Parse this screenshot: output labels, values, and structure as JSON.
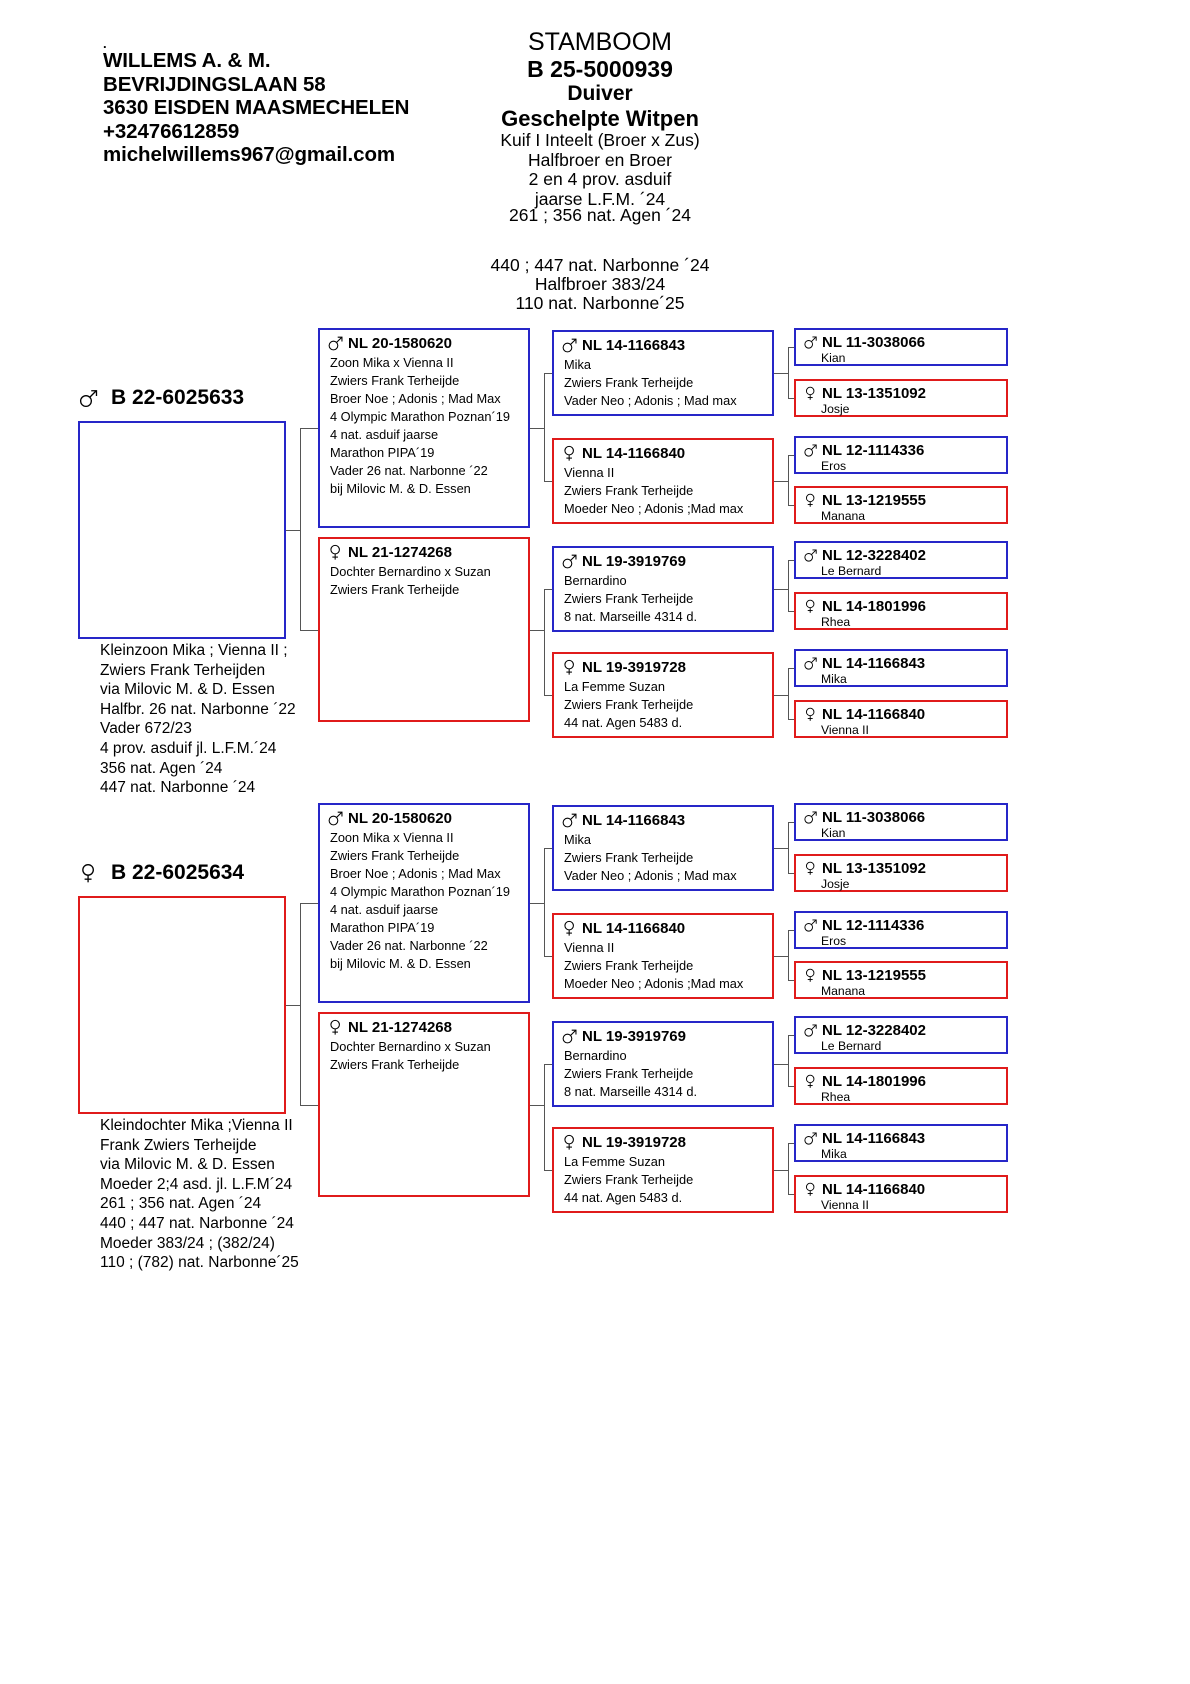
{
  "header": {
    "breeder": {
      "dot": ".",
      "lines": [
        "WILLEMS A. & M.",
        "BEVRIJDINGSLAAN 58",
        "3630 EISDEN MAASMECHELEN",
        "+32476612859",
        "michelwillems967@gmail.com"
      ]
    },
    "title": {
      "stamboom": "STAMBOOM",
      "ring": "B 25-5000939",
      "sex": "Duiver",
      "color": "Geschelpte Witpen",
      "sub": [
        "Kuif I Inteelt (Broer x Zus)",
        "Halfbroer en Broer",
        "2 en 4 prov. asduif",
        "jaarse L.F.M. ´24",
        "261 ; 356 nat. Agen ´24"
      ]
    },
    "notes": [
      "440 ; 447 nat. Narbonne ´24",
      "Halfbroer 383/24",
      "110 nat. Narbonne´25"
    ]
  },
  "colors": {
    "cock": "#2626c8",
    "hen": "#e01b1b",
    "line": "#555555"
  },
  "pedigrees": [
    {
      "subject": {
        "sex": "cock",
        "ring": "B 22-6025633",
        "caption": [
          "Kleinzoon Mika ; Vienna II ;",
          "Zwiers Frank Terheijden",
          "via Milovic M. & D. Essen",
          "Halfbr. 26 nat. Narbonne ´22",
          "Vader 672/23",
          "4 prov. asduif jl. L.F.M.´24",
          "356 nat. Agen ´24",
          "447 nat. Narbonne ´24"
        ]
      },
      "gen2": [
        {
          "sex": "cock",
          "ring": "NL 20-1580620",
          "lines": [
            "Zoon Mika x Vienna II",
            "Zwiers Frank Terheijde",
            "Broer Noe ; Adonis ; Mad Max",
            "4 Olympic Marathon Poznan´19",
            "4 nat. asduif jaarse",
            "Marathon PIPA´19",
            "Vader 26 nat. Narbonne ´22",
            "bij Milovic M. & D. Essen"
          ]
        },
        {
          "sex": "hen",
          "ring": "NL 21-1274268",
          "lines": [
            "Dochter Bernardino x Suzan",
            "Zwiers Frank Terheijde"
          ]
        }
      ],
      "gen3": [
        {
          "sex": "cock",
          "ring": "NL 14-1166843",
          "lines": [
            "Mika",
            "Zwiers Frank Terheijde",
            "Vader Neo ; Adonis ; Mad max"
          ]
        },
        {
          "sex": "hen",
          "ring": "NL 14-1166840",
          "lines": [
            "Vienna II",
            "Zwiers Frank Terheijde",
            "Moeder Neo ; Adonis ;Mad max"
          ]
        },
        {
          "sex": "cock",
          "ring": "NL 19-3919769",
          "lines": [
            "Bernardino",
            "Zwiers Frank Terheijde",
            "8 nat. Marseille 4314 d."
          ]
        },
        {
          "sex": "hen",
          "ring": "NL 19-3919728",
          "lines": [
            "La Femme Suzan",
            "Zwiers Frank Terheijde",
            "44 nat. Agen 5483 d."
          ]
        }
      ],
      "gen4": [
        {
          "sex": "cock",
          "ring": "NL 11-3038066",
          "name": "Kian"
        },
        {
          "sex": "hen",
          "ring": "NL 13-1351092",
          "name": "Josje"
        },
        {
          "sex": "cock",
          "ring": "NL 12-1114336",
          "name": "Eros"
        },
        {
          "sex": "hen",
          "ring": "NL 13-1219555",
          "name": "Manana"
        },
        {
          "sex": "cock",
          "ring": "NL 12-3228402",
          "name": "Le Bernard"
        },
        {
          "sex": "hen",
          "ring": "NL 14-1801996",
          "name": "Rhea"
        },
        {
          "sex": "cock",
          "ring": "NL 14-1166843",
          "name": "Mika"
        },
        {
          "sex": "hen",
          "ring": "NL 14-1166840",
          "name": "Vienna II"
        }
      ]
    },
    {
      "subject": {
        "sex": "hen",
        "ring": "B 22-6025634",
        "caption": [
          "Kleindochter Mika ;Vienna II",
          "Frank Zwiers Terheijde",
          "via Milovic M. & D. Essen",
          "Moeder 2;4 asd. jl. L.F.M´24",
          "261 ; 356 nat. Agen ´24",
          "440 ; 447 nat. Narbonne ´24",
          "Moeder 383/24 ; (382/24)",
          "110 ; (782) nat. Narbonne´25"
        ]
      },
      "gen2": [
        {
          "sex": "cock",
          "ring": "NL 20-1580620",
          "lines": [
            "Zoon Mika x Vienna II",
            "Zwiers Frank Terheijde",
            "Broer Noe ; Adonis ; Mad Max",
            "4 Olympic Marathon Poznan´19",
            "4 nat. asduif jaarse",
            "Marathon PIPA´19",
            "Vader 26 nat. Narbonne ´22",
            "bij Milovic M. & D. Essen"
          ]
        },
        {
          "sex": "hen",
          "ring": "NL 21-1274268",
          "lines": [
            "Dochter Bernardino x Suzan",
            "Zwiers Frank Terheijde"
          ]
        }
      ],
      "gen3": [
        {
          "sex": "cock",
          "ring": "NL 14-1166843",
          "lines": [
            "Mika",
            "Zwiers Frank Terheijde",
            "Vader Neo ; Adonis ; Mad max"
          ]
        },
        {
          "sex": "hen",
          "ring": "NL 14-1166840",
          "lines": [
            "Vienna II",
            "Zwiers Frank Terheijde",
            "Moeder Neo ; Adonis ;Mad max"
          ]
        },
        {
          "sex": "cock",
          "ring": "NL 19-3919769",
          "lines": [
            "Bernardino",
            "Zwiers Frank Terheijde",
            "8 nat. Marseille 4314 d."
          ]
        },
        {
          "sex": "hen",
          "ring": "NL 19-3919728",
          "lines": [
            "La Femme Suzan",
            "Zwiers Frank Terheijde",
            "44 nat. Agen 5483 d."
          ]
        }
      ],
      "gen4": [
        {
          "sex": "cock",
          "ring": "NL 11-3038066",
          "name": "Kian"
        },
        {
          "sex": "hen",
          "ring": "NL 13-1351092",
          "name": "Josje"
        },
        {
          "sex": "cock",
          "ring": "NL 12-1114336",
          "name": "Eros"
        },
        {
          "sex": "hen",
          "ring": "NL 13-1219555",
          "name": "Manana"
        },
        {
          "sex": "cock",
          "ring": "NL 12-3228402",
          "name": "Le Bernard"
        },
        {
          "sex": "hen",
          "ring": "NL 14-1801996",
          "name": "Rhea"
        },
        {
          "sex": "cock",
          "ring": "NL 14-1166843",
          "name": "Mika"
        },
        {
          "sex": "hen",
          "ring": "NL 14-1166840",
          "name": "Vienna II"
        }
      ]
    }
  ]
}
